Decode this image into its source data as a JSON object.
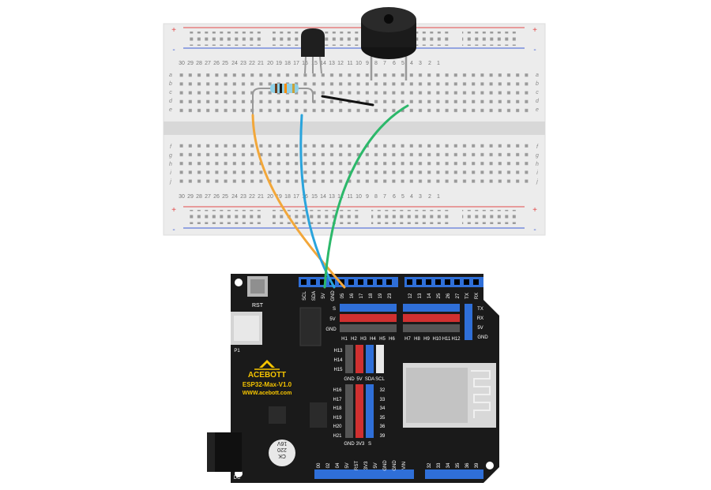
{
  "breadboard": {
    "columns": [
      "30",
      "29",
      "28",
      "27",
      "26",
      "25",
      "24",
      "23",
      "22",
      "21",
      "20",
      "19",
      "18",
      "17",
      "16",
      "15",
      "14",
      "13",
      "12",
      "11",
      "10",
      "9",
      "8",
      "7",
      "6",
      "5",
      "4",
      "3",
      "2",
      "1"
    ],
    "rows_top_left": [
      "a",
      "b",
      "c",
      "d",
      "e"
    ],
    "rows_top_right": [
      "a",
      "b",
      "c",
      "d",
      "e"
    ],
    "rows_bottom_left": [
      "f",
      "g",
      "h",
      "i",
      "j"
    ],
    "rows_bottom_right": [
      "f",
      "g",
      "h",
      "i",
      "j"
    ],
    "rail_plus": "+",
    "rail_minus": "-"
  },
  "board": {
    "brand": "ACEBOTT",
    "model": "ESP32-Max-V1.0",
    "website": "WWW.acebott.com",
    "rst_label": "RST",
    "dc_label": "DC",
    "top_header_left": [
      "SCL",
      "SDA",
      "5V",
      "GND",
      "05",
      "16",
      "17",
      "18",
      "19",
      "23"
    ],
    "top_header_right": [
      "12",
      "13",
      "14",
      "25",
      "26",
      "27",
      "TX",
      "RX"
    ],
    "row_labels": [
      "S",
      "5V",
      "GND"
    ],
    "h_labels_top": [
      "H1",
      "H2",
      "H3",
      "H4",
      "H5",
      "H6"
    ],
    "h_labels_right": [
      "H7",
      "H8",
      "H9",
      "H10",
      "H11",
      "H12"
    ],
    "side_labels": [
      "TX",
      "RX",
      "5V",
      "GND"
    ],
    "mid_labels": [
      "H13",
      "H14",
      "H15"
    ],
    "mid_bottom_labels": [
      "GND",
      "5V",
      "SDA",
      "SCL"
    ],
    "left_labels": [
      "H16",
      "H17",
      "H18",
      "H19",
      "H20",
      "H21"
    ],
    "right_nums": [
      "32",
      "33",
      "34",
      "35",
      "36",
      "39"
    ],
    "bottom_mid_labels": [
      "GND",
      "3V3",
      "S"
    ],
    "bottom_header_left": [
      "00",
      "02",
      "04",
      "5V",
      "RST",
      "3V3",
      "5V",
      "GND",
      "GND",
      "VIN"
    ],
    "bottom_header_right": [
      "32",
      "33",
      "34",
      "35",
      "36",
      "39"
    ],
    "cap_text": [
      "CK",
      "220",
      "16V"
    ],
    "p1_label": "P1"
  },
  "colors": {
    "wire_orange": "#f2a73a",
    "wire_blue": "#2aa4dc",
    "wire_green": "#2cb86a",
    "board": "#1a1a1a",
    "header_blue": "#2f6fd8",
    "header_red": "#d03030"
  }
}
